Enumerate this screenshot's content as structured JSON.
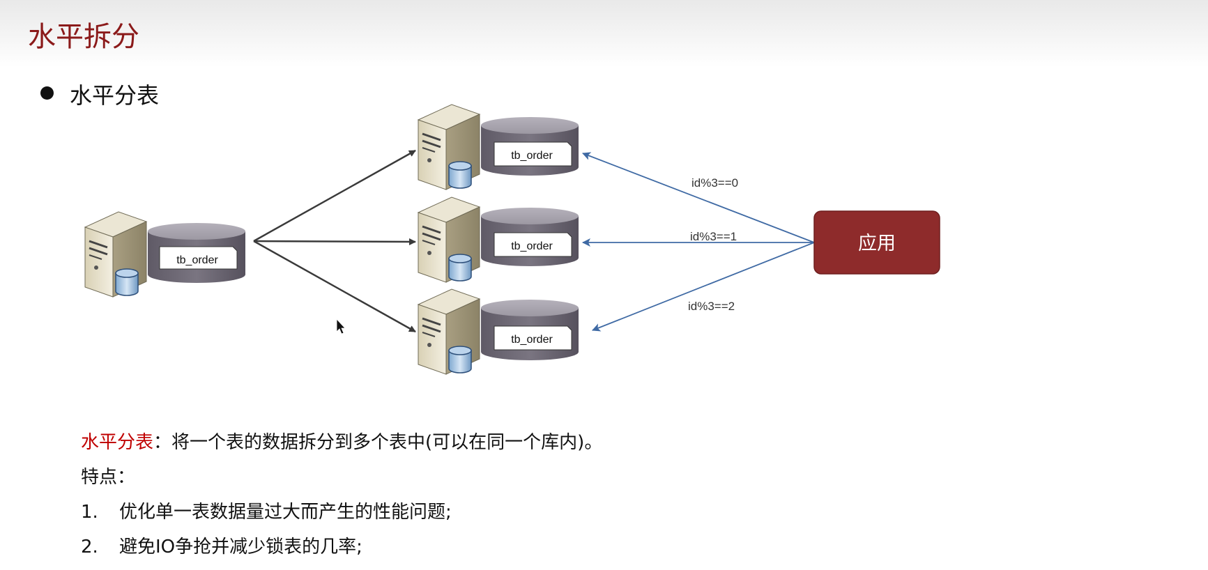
{
  "slide": {
    "title": "水平拆分"
  },
  "bullet": {
    "text": "水平分表"
  },
  "diagram": {
    "source_table": "tb_order",
    "targets": [
      {
        "table": "tb_order",
        "condition": "id%3==0"
      },
      {
        "table": "tb_order",
        "condition": "id%3==1"
      },
      {
        "table": "tb_order",
        "condition": "id%3==2"
      }
    ],
    "app_label": "应用",
    "colors": {
      "app_fill": "#8e2b2b",
      "arrow_blue": "#3f6aa4",
      "arrow_dark": "#3a3a3a",
      "title": "#8b1a1a",
      "highlight": "#c00000"
    }
  },
  "description": {
    "term": "水平分表",
    "separator": "：",
    "definition": "将一个表的数据拆分到多个表中(可以在同一个库内)。",
    "features_label": "特点：",
    "points": [
      {
        "num": "1.",
        "text": "优化单一表数据量过大而产生的性能问题;"
      },
      {
        "num": "2.",
        "text": "避免IO争抢并减少锁表的几率;"
      }
    ]
  }
}
